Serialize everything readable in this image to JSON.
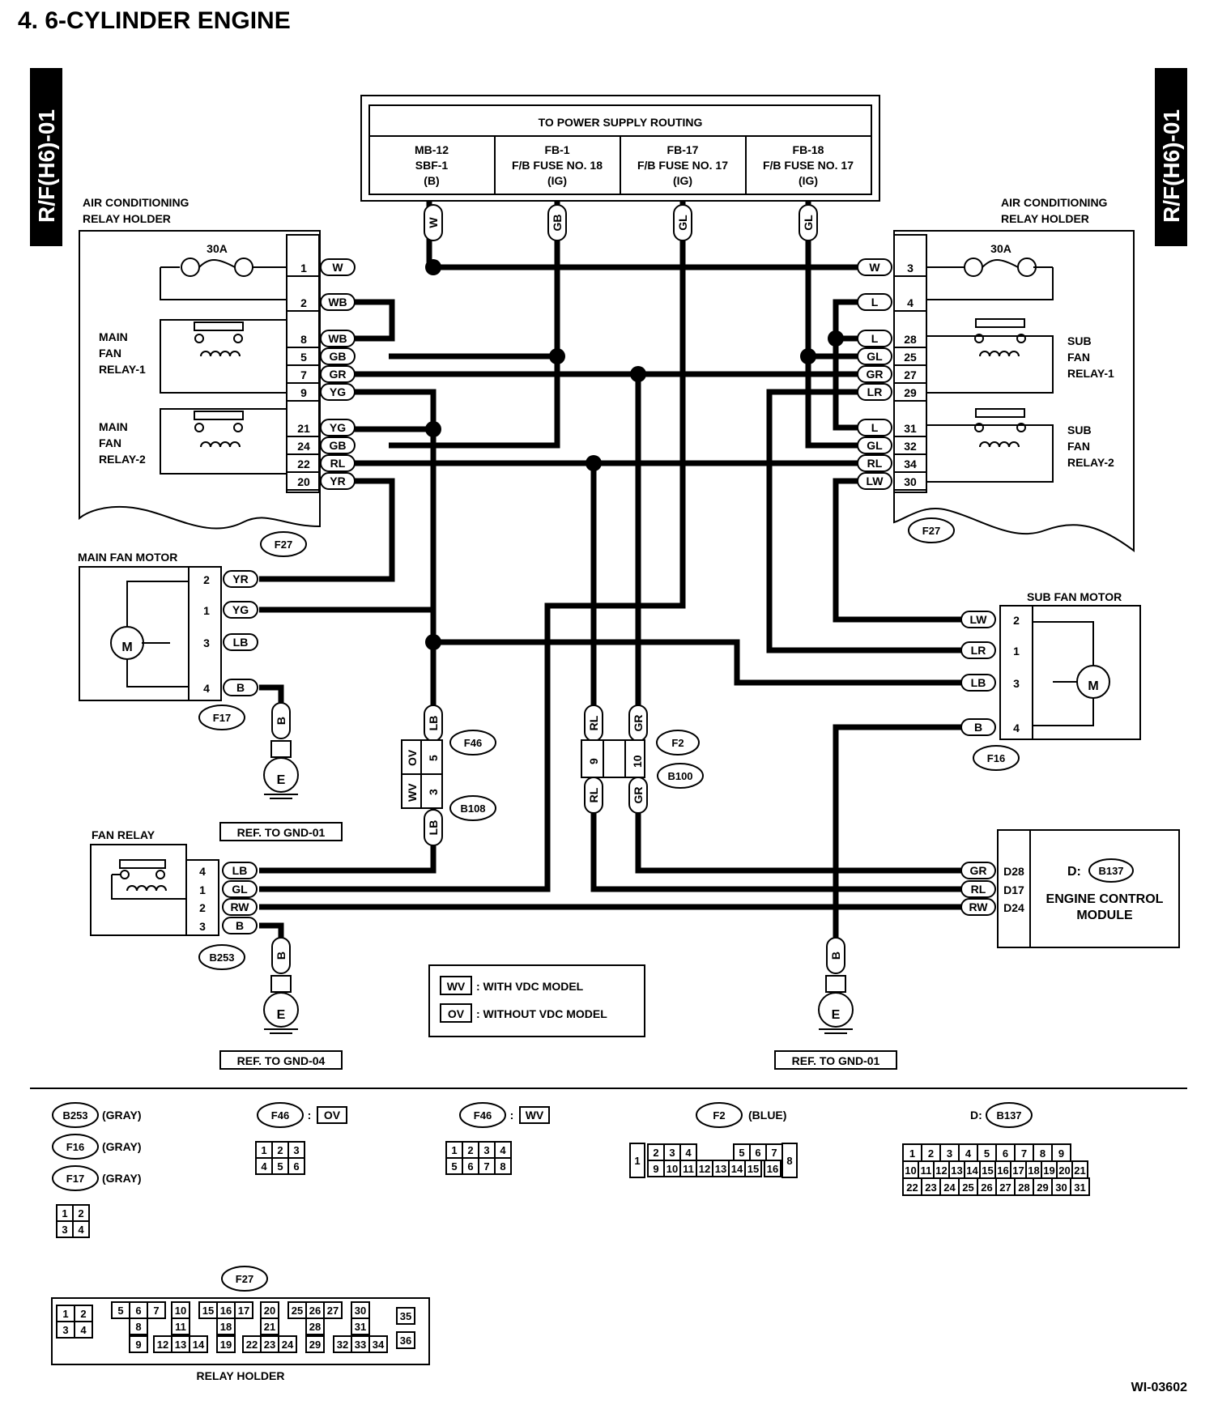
{
  "title": "4.  6-CYLINDER ENGINE",
  "side_tab": "R/F(H6)-01",
  "figure_id": "WI-03602",
  "power_supply": {
    "title": "TO POWER SUPPLY ROUTING",
    "cells": [
      {
        "line1": "MB-12",
        "line2": "SBF-1",
        "line3": "(B)"
      },
      {
        "line1": "FB-1",
        "line2": "F/B FUSE NO. 18",
        "line3": "(IG)"
      },
      {
        "line1": "FB-17",
        "line2": "F/B FUSE NO. 17",
        "line3": "(IG)"
      },
      {
        "line1": "FB-18",
        "line2": "F/B FUSE NO. 17",
        "line3": "(IG)"
      }
    ],
    "wires": [
      "W",
      "GB",
      "GL",
      "GL"
    ]
  },
  "left_relay_holder": {
    "label_line1": "AIR CONDITIONING",
    "label_line2": "RELAY HOLDER",
    "fuse": "30A",
    "relay1": [
      "MAIN",
      "FAN",
      "RELAY-1"
    ],
    "relay2": [
      "MAIN",
      "FAN",
      "RELAY-2"
    ],
    "connector": "F27",
    "pins": [
      {
        "pin": "1",
        "wire": "W"
      },
      {
        "pin": "2",
        "wire": "WB"
      },
      {
        "pin": "8",
        "wire": "WB"
      },
      {
        "pin": "5",
        "wire": "GB"
      },
      {
        "pin": "7",
        "wire": "GR"
      },
      {
        "pin": "9",
        "wire": "YG"
      },
      {
        "pin": "21",
        "wire": "YG"
      },
      {
        "pin": "24",
        "wire": "GB"
      },
      {
        "pin": "22",
        "wire": "RL"
      },
      {
        "pin": "20",
        "wire": "YR"
      }
    ]
  },
  "right_relay_holder": {
    "label_line1": "AIR CONDITIONING",
    "label_line2": "RELAY HOLDER",
    "fuse": "30A",
    "relay1": [
      "SUB",
      "FAN",
      "RELAY-1"
    ],
    "relay2": [
      "SUB",
      "FAN",
      "RELAY-2"
    ],
    "connector": "F27",
    "pins": [
      {
        "pin": "3",
        "wire": "W"
      },
      {
        "pin": "4",
        "wire": "L"
      },
      {
        "pin": "28",
        "wire": "L"
      },
      {
        "pin": "25",
        "wire": "GL"
      },
      {
        "pin": "27",
        "wire": "GR"
      },
      {
        "pin": "29",
        "wire": "LR"
      },
      {
        "pin": "31",
        "wire": "L"
      },
      {
        "pin": "32",
        "wire": "GL"
      },
      {
        "pin": "34",
        "wire": "RL"
      },
      {
        "pin": "30",
        "wire": "LW"
      }
    ]
  },
  "main_fan_motor": {
    "label": "MAIN FAN MOTOR",
    "symbol": "M",
    "connector": "F17",
    "pins": [
      {
        "pin": "2",
        "wire": "YR"
      },
      {
        "pin": "1",
        "wire": "YG"
      },
      {
        "pin": "3",
        "wire": "LB"
      },
      {
        "pin": "4",
        "wire": "B"
      }
    ]
  },
  "sub_fan_motor": {
    "label": "SUB FAN MOTOR",
    "symbol": "M",
    "connector": "F16",
    "pins": [
      {
        "pin": "2",
        "wire": "LW"
      },
      {
        "pin": "1",
        "wire": "LR"
      },
      {
        "pin": "3",
        "wire": "LB"
      },
      {
        "pin": "4",
        "wire": "B"
      }
    ]
  },
  "fan_relay": {
    "label": "FAN RELAY",
    "connector": "B253",
    "pins": [
      {
        "pin": "4",
        "wire": "LB"
      },
      {
        "pin": "1",
        "wire": "GL"
      },
      {
        "pin": "2",
        "wire": "RW"
      },
      {
        "pin": "3",
        "wire": "B"
      }
    ]
  },
  "ecm": {
    "prefix": "D:",
    "connector": "B137",
    "line1": "ENGINE CONTROL",
    "line2": "MODULE",
    "pins": [
      {
        "pin": "D28",
        "wire": "GR"
      },
      {
        "pin": "D17",
        "wire": "RL"
      },
      {
        "pin": "D24",
        "wire": "RW"
      }
    ]
  },
  "inline_connectors": {
    "f46_b108": {
      "c1": "F46",
      "c2": "B108",
      "top_wire": "LB",
      "bottom_wire": "LB",
      "pins": [
        "5",
        "3"
      ],
      "tags": [
        "OV",
        "WV"
      ]
    },
    "f2_b100": {
      "c1": "F2",
      "c2": "B100",
      "wires": [
        "RL",
        "GR"
      ],
      "pins": [
        "9",
        "10"
      ]
    }
  },
  "grounds": [
    {
      "symbol": "E",
      "wire": "B",
      "ref": "REF. TO GND-01"
    },
    {
      "symbol": "E",
      "wire": "B",
      "ref": "REF. TO GND-04"
    },
    {
      "symbol": "E",
      "wire": "B",
      "ref": "REF. TO GND-01"
    }
  ],
  "legend": [
    {
      "code": "WV",
      "text": ": WITH VDC MODEL"
    },
    {
      "code": "OV",
      "text": ": WITHOUT VDC MODEL"
    }
  ],
  "connector_views": {
    "gray_list": [
      {
        "id": "B253",
        "color": "(GRAY)"
      },
      {
        "id": "F16",
        "color": "(GRAY)"
      },
      {
        "id": "F17",
        "color": "(GRAY)"
      }
    ],
    "small4": [
      "1",
      "2",
      "3",
      "4"
    ],
    "f46_ov": {
      "id": "F46",
      "tag": "OV",
      "pins": [
        "1",
        "2",
        "3",
        "4",
        "5",
        "6"
      ]
    },
    "f46_wv": {
      "id": "F46",
      "tag": "WV",
      "pins": [
        "1",
        "2",
        "3",
        "4",
        "5",
        "6",
        "7",
        "8"
      ]
    },
    "f2": {
      "id": "F2",
      "color": "(BLUE)",
      "pins": [
        "1",
        "2",
        "3",
        "4",
        "5",
        "6",
        "7",
        "8",
        "9",
        "10",
        "11",
        "12",
        "13",
        "14",
        "15",
        "16"
      ]
    },
    "b137": {
      "prefix": "D:",
      "id": "B137",
      "pins": [
        "1",
        "2",
        "3",
        "4",
        "5",
        "6",
        "7",
        "8",
        "9",
        "10",
        "11",
        "12",
        "13",
        "14",
        "15",
        "16",
        "17",
        "18",
        "19",
        "20",
        "21",
        "22",
        "23",
        "24",
        "25",
        "26",
        "27",
        "28",
        "29",
        "30",
        "31"
      ]
    },
    "f27": {
      "id": "F27",
      "caption": "RELAY HOLDER",
      "pins": [
        "1",
        "2",
        "3",
        "4",
        "5",
        "6",
        "7",
        "8",
        "9",
        "10",
        "11",
        "12",
        "13",
        "14",
        "15",
        "16",
        "17",
        "18",
        "19",
        "20",
        "21",
        "22",
        "23",
        "24",
        "25",
        "26",
        "27",
        "28",
        "29",
        "30",
        "31",
        "32",
        "33",
        "34",
        "35",
        "36"
      ]
    }
  }
}
